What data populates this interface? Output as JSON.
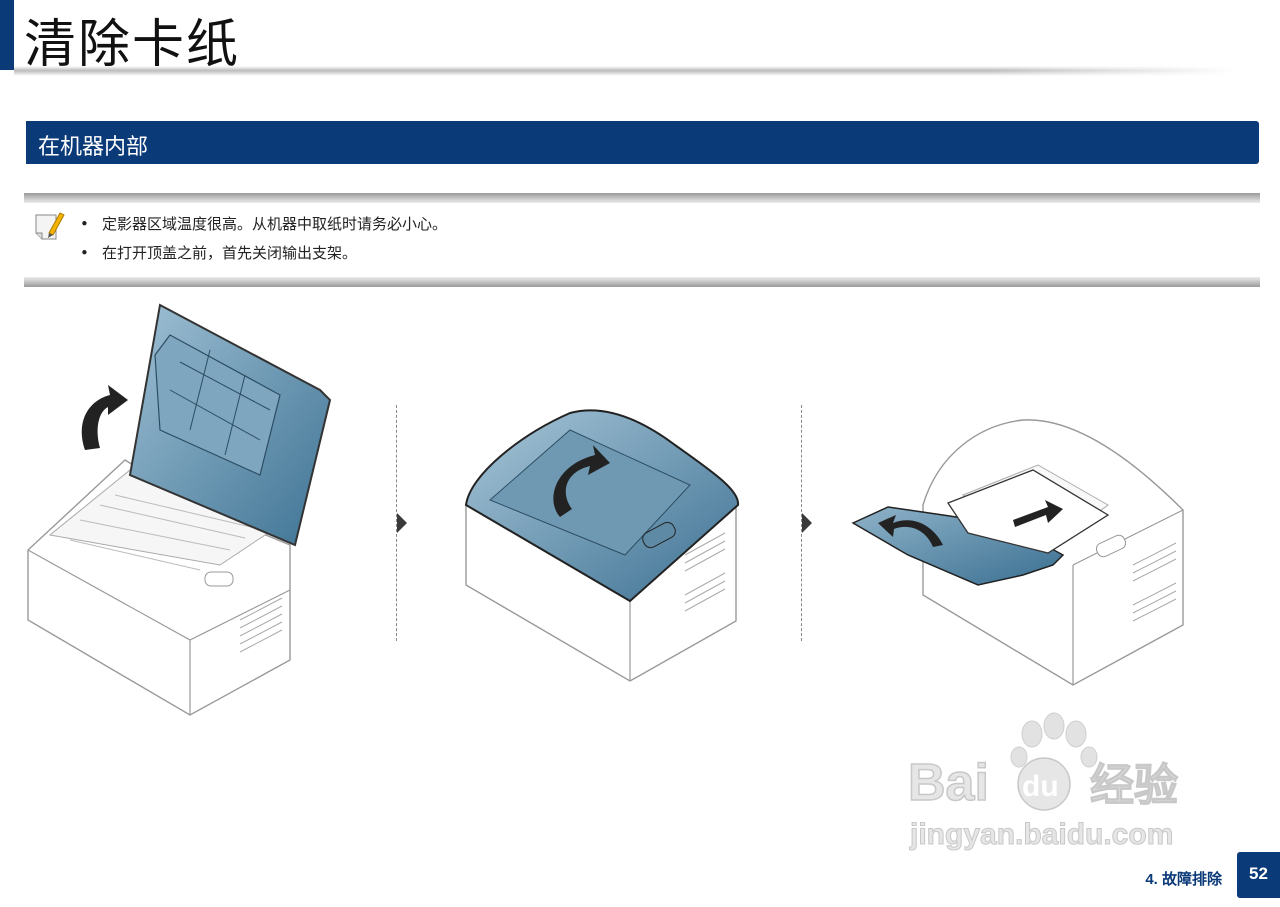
{
  "page": {
    "title": "清除卡纸"
  },
  "section": {
    "title": "在机器内部"
  },
  "note": {
    "icon": "note-pencil-icon",
    "items": [
      "定影器区域温度很高。从机器中取纸时请务必小心。",
      "在打开顶盖之前，首先关闭输出支架。"
    ],
    "bullet": "•"
  },
  "steps": [
    {
      "name": "open-top-cover",
      "icon": "curved-arrow-up-icon"
    },
    {
      "name": "close-top-cover",
      "icon": "curved-arrow-down-icon"
    },
    {
      "name": "remove-paper",
      "icon": "straight-arrow-icon"
    }
  ],
  "watermark": {
    "brand": "Bai",
    "brand2": "du",
    "suffix": "经验",
    "url": "jingyan.baidu.com"
  },
  "footer": {
    "chapter": "4. 故障排除",
    "page_number": "52"
  },
  "colors": {
    "accent": "#0b3a78",
    "cover": "#4a7d9c"
  }
}
